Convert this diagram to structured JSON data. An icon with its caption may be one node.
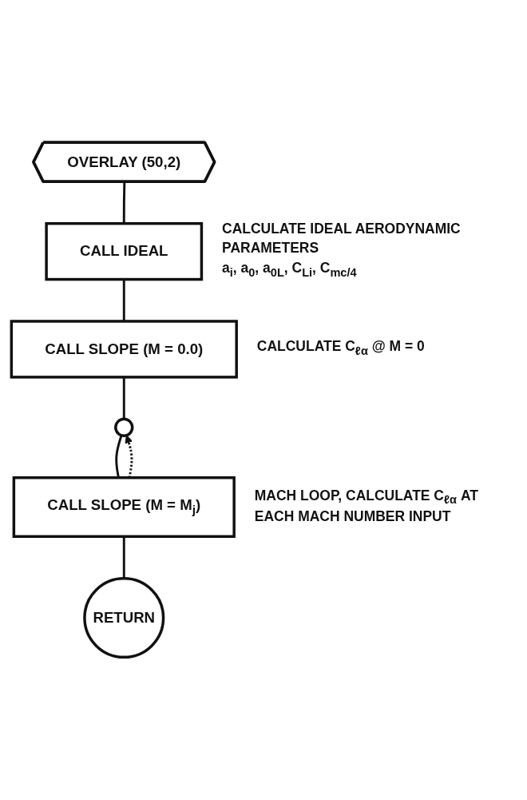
{
  "diagram": {
    "nodes": [
      {
        "text": [
          "OVERLAY (50,2)"
        ]
      },
      {
        "text": [
          "CALL IDEAL"
        ],
        "beside": [
          "CALCULATE IDEAL AERODYNAMIC PARAMETERS",
          "a$_{i}$, a$_{0}$, a$_{0L}$, C$_{Li}$, C$_{mc/4}$"
        ]
      },
      {
        "text": [
          "CALL SLOPE (M = 0.0)"
        ],
        "beside": [
          "CALCULATE C$_{ℓα}$ @ M = 0"
        ]
      },
      {
        "text": [],
        "shape": "circle"
      },
      {
        "text": [
          "CALL SLOPE (M = M$_{j}$)"
        ],
        "beside": [
          "MACH LOOP, CALCULATE C$_{ℓα}$ AT EACH MACH NUMBER INPUT"
        ]
      },
      {
        "text": [
          "RETURN"
        ]
      }
    ],
    "edges": [
      {
        "from": 0,
        "to": 1,
        "arrow": "none"
      },
      {
        "from": 1,
        "to": 2,
        "arrow": "none"
      },
      {
        "from": 2,
        "to": 3,
        "arrow": "none"
      },
      {
        "from": 3,
        "to": 4,
        "arrow": "none"
      },
      {
        "from": 4,
        "to": 3,
        "arrow": "to",
        "style": "dashed"
      },
      {
        "from": 4,
        "to": 5,
        "arrow": "none"
      }
    ]
  }
}
